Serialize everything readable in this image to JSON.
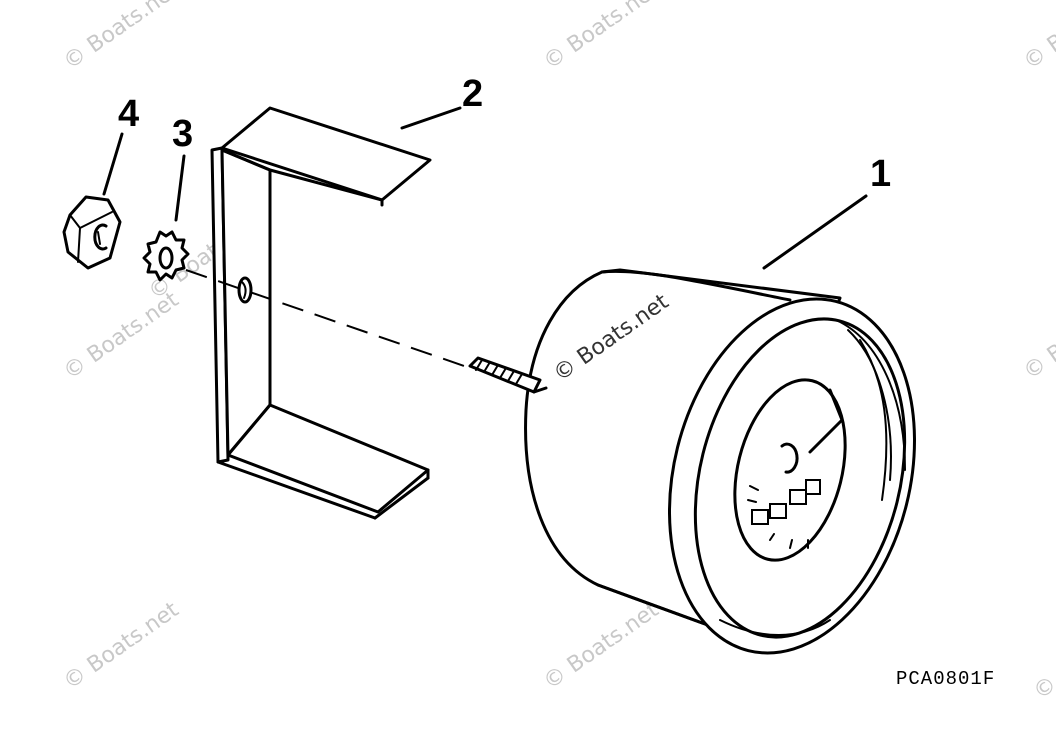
{
  "callouts": {
    "part_1": "1",
    "part_2": "2",
    "part_3": "3",
    "part_4": "4"
  },
  "reference_code": "PCA0801F",
  "watermark": {
    "text": "© Boats.net",
    "color": "#c8c8c8"
  }
}
